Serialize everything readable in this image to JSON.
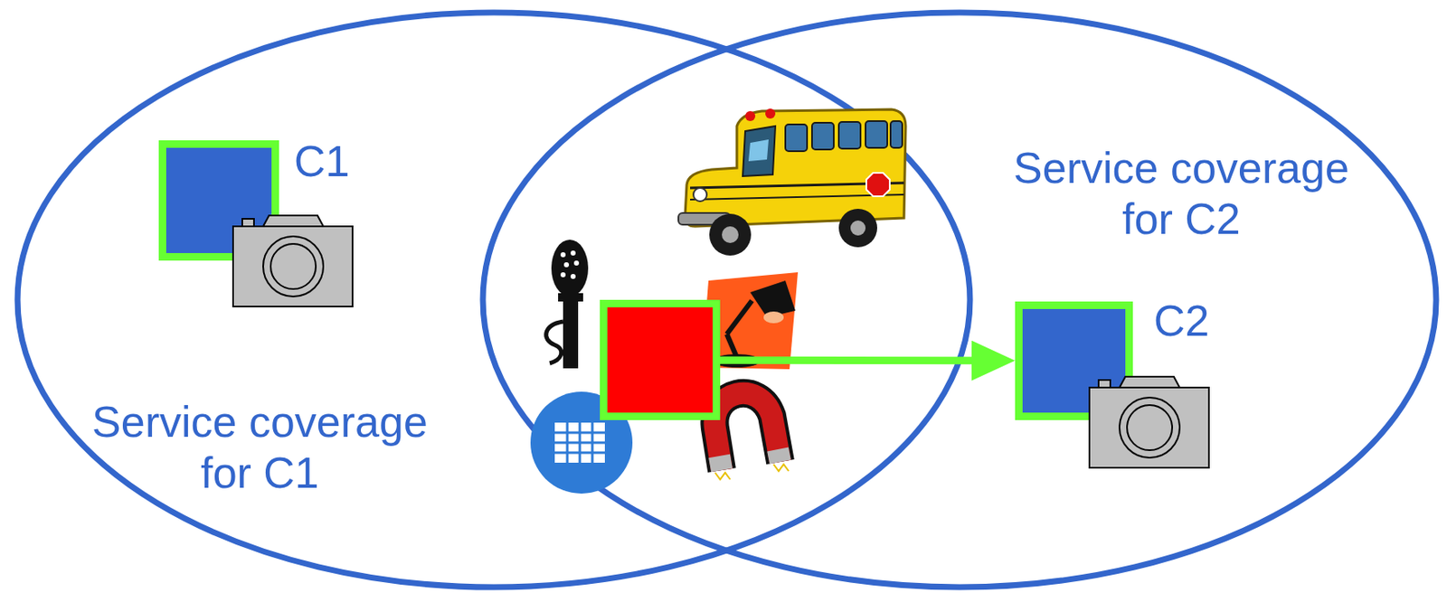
{
  "diagram": {
    "nodes": [
      {
        "text": [
          "Service coverage for C1"
        ]
      },
      {
        "text": [
          "C1"
        ],
        "in": 0
      },
      {
        "text": [
          "Service coverage for C2"
        ]
      },
      {
        "text": []
      },
      {
        "text": [
          "C2"
        ],
        "in": 2
      }
    ],
    "edges": [
      {
        "from": 3,
        "to": 4,
        "arrow": "to"
      }
    ]
  }
}
